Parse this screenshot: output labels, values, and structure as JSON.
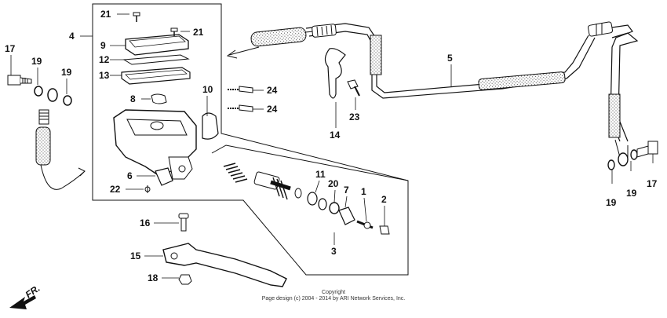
{
  "callouts": {
    "c1": "1",
    "c2": "2",
    "c3": "3",
    "c4": "4",
    "c5": "5",
    "c6": "6",
    "c7": "7",
    "c8": "8",
    "c9": "9",
    "c10": "10",
    "c11": "11",
    "c12": "12",
    "c13": "13",
    "c14": "14",
    "c15": "15",
    "c16": "16",
    "c17a": "17",
    "c17b": "17",
    "c18": "18",
    "c19a": "19",
    "c19b": "19",
    "c19c": "19",
    "c19d": "19",
    "c20": "20",
    "c21a": "21",
    "c21b": "21",
    "c22": "22",
    "c23": "23",
    "c24a": "24",
    "c24b": "24"
  },
  "direction_label": "FR.",
  "copyright": {
    "line1": "Copyright",
    "line2": "Page design (c) 2004 - 2014 by ARI Network Services, Inc."
  },
  "colors": {
    "line": "#111111",
    "hatch": "#555555"
  }
}
